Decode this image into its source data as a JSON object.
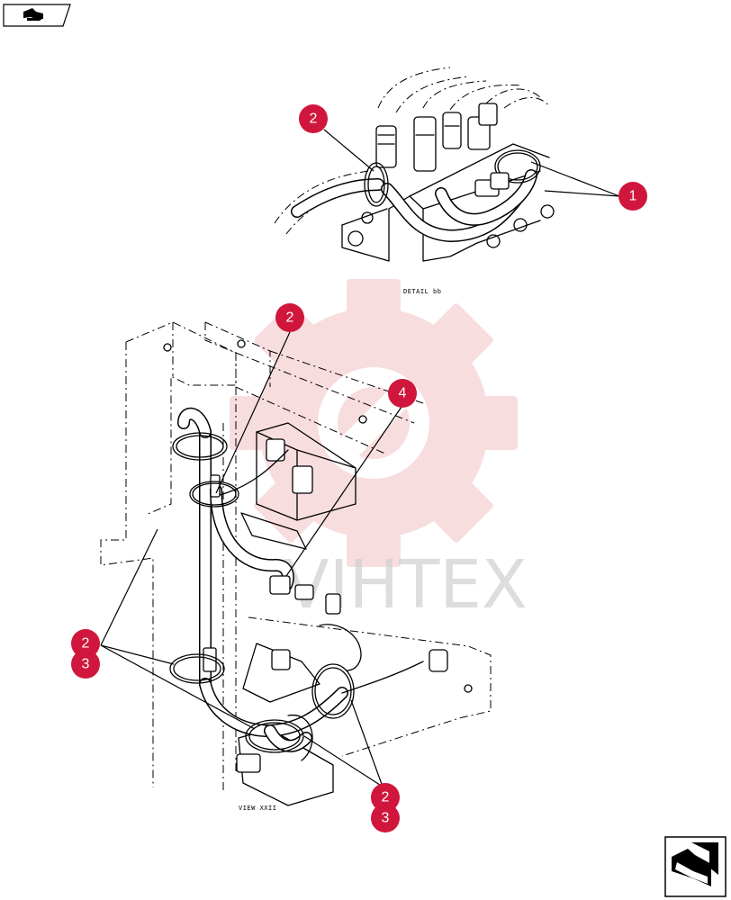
{
  "labels": {
    "detail": "DETAIL bb",
    "view": "VIEW XXII"
  },
  "watermark": {
    "text": "VIHTEX",
    "color": "#f3c2c6"
  },
  "callouts": [
    {
      "number": "2",
      "id": "top-2"
    },
    {
      "number": "1",
      "id": "top-1"
    },
    {
      "number": "2",
      "id": "mid-2"
    },
    {
      "number": "4",
      "id": "mid-4"
    },
    {
      "number": "2",
      "id": "left-2"
    },
    {
      "number": "3",
      "id": "left-3"
    },
    {
      "number": "2",
      "id": "bottom-2"
    },
    {
      "number": "3",
      "id": "bottom-3"
    }
  ],
  "colors": {
    "callout": "#d0163c",
    "line": "#000000"
  },
  "icons": {
    "top_left": "book-arrow-icon",
    "bottom_right": "next-page-arrow-icon"
  }
}
